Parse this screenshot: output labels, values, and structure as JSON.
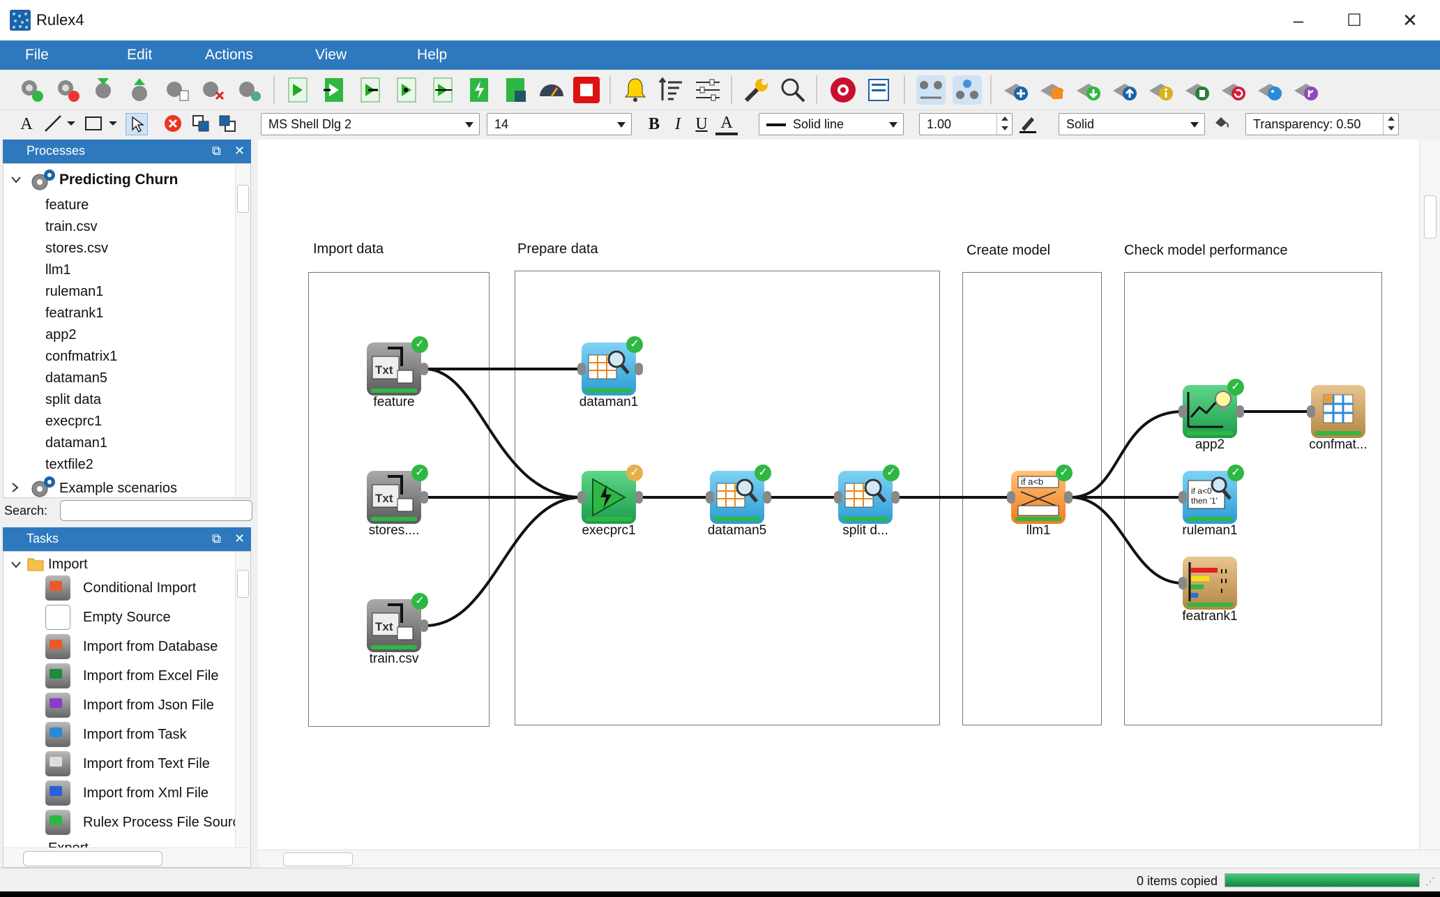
{
  "window": {
    "title": "Rulex4",
    "controls": {
      "minimize": "–",
      "maximize": "☐",
      "close": "✕"
    }
  },
  "menu": [
    "File",
    "Edit",
    "Actions",
    "View",
    "Help"
  ],
  "format_bar": {
    "text_tool": "A",
    "font_name": "MS Shell Dlg 2",
    "font_size": "14",
    "bold": "B",
    "italic": "I",
    "underline": "U",
    "font_color": "A",
    "line_style": "Solid line",
    "line_width": "1.00",
    "fill_style": "Solid",
    "transparency": "Transparency: 0.50"
  },
  "processes": {
    "title": "Processes",
    "root": "Predicting Churn",
    "items": [
      "feature",
      "train.csv",
      "stores.csv",
      "llm1",
      "ruleman1",
      "featrank1",
      "app2",
      "confmatrix1",
      "dataman5",
      "split data",
      "execprc1",
      "dataman1",
      "textfile2"
    ],
    "second_root": "Example scenarios",
    "search_label": "Search:"
  },
  "tasks": {
    "title": "Tasks",
    "folder": "Import",
    "items": [
      "Conditional Import",
      "Empty Source",
      "Import from Database",
      "Import from Excel File",
      "Import from Json File",
      "Import from Task",
      "Import from Text File",
      "Import from Xml File",
      "Rulex Process File Sourc"
    ],
    "next_folder": "Export"
  },
  "canvas": {
    "groups": [
      "Import data",
      "Prepare data",
      "Create model",
      "Check model performance"
    ],
    "nodes": {
      "feature": "feature",
      "stores": "stores....",
      "train": "train.csv",
      "dataman1": "dataman1",
      "execprc1": "execprc1",
      "dataman5": "dataman5",
      "split": "split d...",
      "llm1": "llm1",
      "app2": "app2",
      "ruleman1": "ruleman1",
      "featrank1": "featrank1",
      "confmat": "confmat..."
    },
    "icons": {
      "txt": "Txt",
      "rule": "if a<b",
      "rule2": "if a<0 then '1'"
    }
  },
  "status": {
    "text": "0 items copied",
    "progress": 1.0
  },
  "colors": {
    "accent": "#2e79bd",
    "check": "#2fb744",
    "warn_check": "#e3b14a"
  }
}
